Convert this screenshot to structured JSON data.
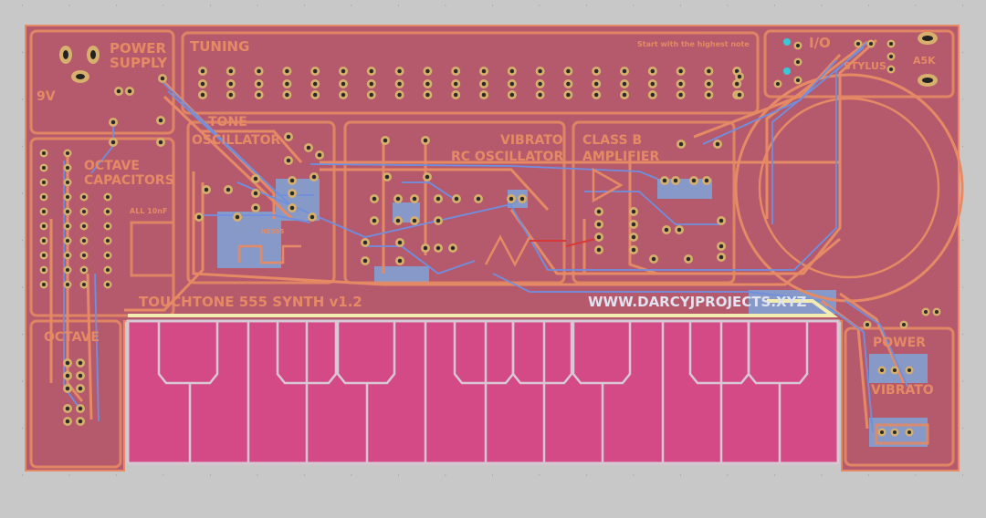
{
  "board": {
    "title": "TOUCHTONE 555 SYNTH v1.2",
    "url": "WWW.DARCYJPROJECTS.XYZ",
    "colors": {
      "background": "#c8c8c8",
      "board": "#b55a6c",
      "silk": "#e58a64",
      "copper": "#d6b06c",
      "keys": "#d44a86",
      "key_outline": "#d8c8d4",
      "trace_blue": "#6f8fe0",
      "trace_red": "#d83838",
      "fill_blue": "#7fa4d8",
      "highlight": "#f2ecb0",
      "cyan": "#38c8d8"
    }
  },
  "labels": {
    "power_supply_1": "POWER",
    "power_supply_2": "SUPPLY",
    "nine_v": "9V",
    "tuning": "TUNING",
    "start_note": "Start with the highest note",
    "io": "I/O",
    "stylus": "STYLUS",
    "a5k": "A5K",
    "tone_osc_1": "TONE",
    "tone_osc_2": "OSCILLATOR",
    "octave_caps_1": "OCTAVE",
    "octave_caps_2": "CAPACITORS",
    "all_10nf": "ALL 10nF",
    "vibrato_1": "VIBRATO",
    "vibrato_2": "RC OSCILLATOR",
    "class_b_1": "CLASS B",
    "class_b_2": "AMPLIFIER",
    "ne555": "NE555",
    "octave": "OCTAVE",
    "power": "POWER",
    "vibrato_sw": "VIBRATO"
  }
}
